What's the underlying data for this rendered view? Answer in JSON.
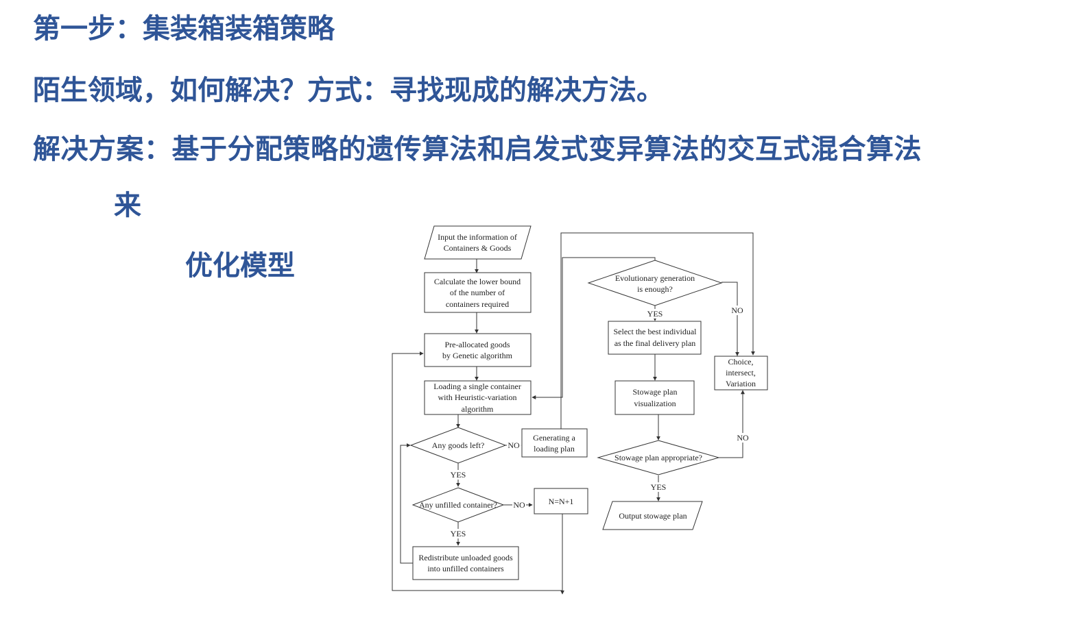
{
  "slide": {
    "line1": "第一步：集装箱装箱策略",
    "line2": "陌生领域，如何解决？方式：寻找现成的解决方法。",
    "line3": "解决方案：基于分配策略的遗传算法和启发式变异算法的交互式混合算法",
    "line4": "来",
    "line5": "优化模型",
    "accent_color": "#2f5597"
  },
  "flowchart": {
    "input_info": [
      "Input the information of",
      "Containers & Goods"
    ],
    "calc_lower_bound": [
      "Calculate the lower bound",
      "of the number of",
      "containers required"
    ],
    "pre_allocated": [
      "Pre-allocated goods",
      "by Genetic algorithm"
    ],
    "loading_single": [
      "Loading a single container",
      "with Heuristic-variation",
      "algorithm"
    ],
    "any_goods_left": "Any goods left?",
    "generating_plan": [
      "Generating a",
      "loading plan"
    ],
    "any_unfilled": "Any unfilled container?",
    "n_plus_one": "N=N+1",
    "redistribute": [
      "Redistribute unloaded goods",
      "into unfilled containers"
    ],
    "evolutionary_enough": [
      "Evolutionary generation",
      "is enough?"
    ],
    "select_best": [
      "Select the best individual",
      "as the final delivery plan"
    ],
    "choice": [
      "Choice,",
      "intersect,",
      "Variation"
    ],
    "stowage_visual": [
      "Stowage plan",
      "visualization"
    ],
    "stowage_appropriate": "Stowage plan appropriate?",
    "output_plan": "Output stowage plan",
    "labels": {
      "yes": "YES",
      "no": "NO"
    }
  }
}
